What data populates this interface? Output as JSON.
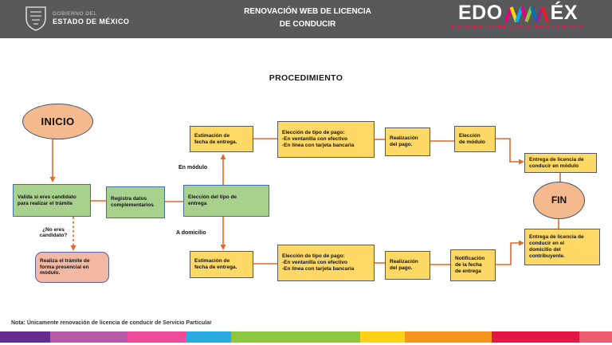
{
  "palette": {
    "header-bg": "#58595b",
    "arrow": "#e0692b",
    "green-fill": "#a9d18e",
    "green-border": "#41719c",
    "yellow-fill": "#ffd966",
    "yellow-border": "#595959",
    "oval-fill": "#f5b98e",
    "oval-border": "#44546a",
    "pink-fill": "#f3b8a2",
    "pink-border": "#5b5fa0",
    "tagline-red": "#ed1650"
  },
  "header": {
    "gov": {
      "line1": "GOBIERNO DEL",
      "line2": "ESTADO DE MÉXICO"
    },
    "title_line1": "RENOVACIÓN WEB DE LICENCIA",
    "title_line2": "DE CONDUCIR",
    "brand": {
      "prefix": "EDO",
      "suffix": "ÉX",
      "tagline": "DECISIONES FIRMES, RESULTADOS FUERTES."
    }
  },
  "diagram": {
    "title": "PROCEDIMIENTO",
    "nodes": {
      "inicio": "INICIO",
      "fin": "FIN",
      "valida": "Valida si eres candidato\npara realizar el trámite",
      "registra": "Registra datos\ncomplementarios",
      "eleccion_entrega": "Elección del tipo de\nentrega",
      "estimacion_top": "Estimación de\nfecha de entrega.",
      "pago_top": "Elección de tipo de pago:\n-En ventanilla con efectivo\n-En línea con tarjeta bancaria",
      "realizacion_top": "Realización\ndel pago.",
      "eleccion_modulo": "Elección\nde módulo",
      "entrega_modulo": "Entrega de licencia de\nconducir en módulo",
      "entrega_domicilio": "Entrega de licencia de\nconducir en el\ndomicilio del\ncontribuyente.",
      "notificacion": "Notificación\nde la fecha\nde entrega",
      "realizacion_bottom": "Realización\ndel pago.",
      "pago_bottom": "Elección de tipo de pago:\n-En ventanilla con efectivo\n-En línea con tarjeta bancaria",
      "estimacion_bottom": "Estimación de\nfecha de entrega.",
      "realiza_presencial": "Realiza el trámite de\nforma presencial en\nmódulo."
    },
    "labels": {
      "en_modulo": "En módulo",
      "a_domicilio": "A domicilio",
      "no_candidato": "¿No eres\ncandidato?"
    }
  },
  "footer": {
    "note": "Nota: Únicamente renovación de licencia de conducir de Servicio Particular",
    "stripe": [
      {
        "color": "#662d91",
        "w": 63
      },
      {
        "color": "#b55ba6",
        "w": 97
      },
      {
        "color": "#ee4c9b",
        "w": 73
      },
      {
        "color": "#29abe2",
        "w": 57
      },
      {
        "color": "#8dc63f",
        "w": 162
      },
      {
        "color": "#fdd116",
        "w": 56
      },
      {
        "color": "#f7941d",
        "w": 109
      },
      {
        "color": "#e21744",
        "w": 110
      },
      {
        "color": "#ef5b6e",
        "w": 41
      }
    ]
  }
}
